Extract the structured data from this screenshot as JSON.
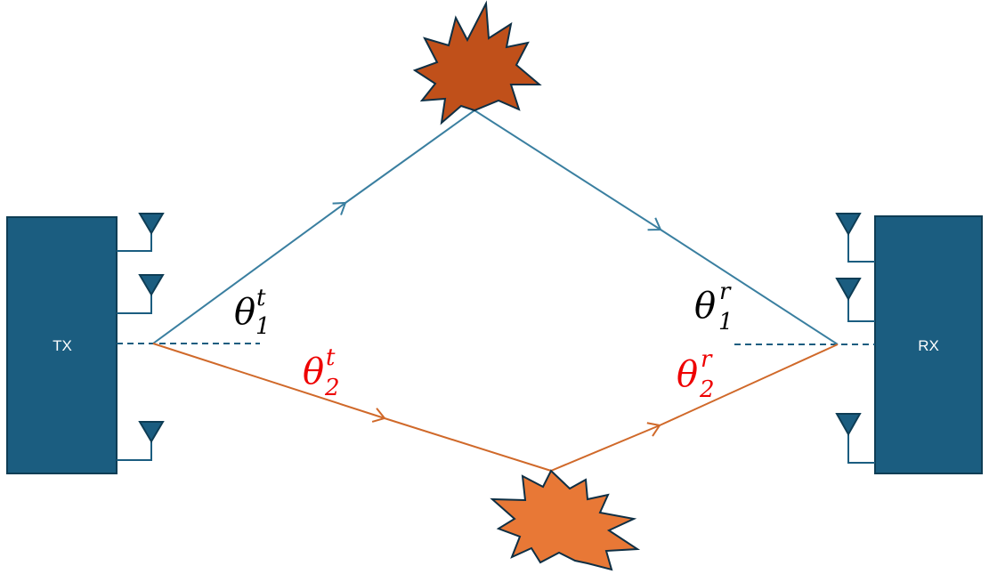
{
  "colors": {
    "box": "#1b5d80",
    "box_stroke": "#0e3d55",
    "path_1": "#3a7fa0",
    "path_2": "#d0692a",
    "scatterer_1": "#c0501a",
    "scatterer_2": "#e87836",
    "label_1": "#000000",
    "label_2": "#ee0000"
  },
  "transmitter": {
    "label": "TX",
    "antenna_count": 3
  },
  "receiver": {
    "label": "RX",
    "antenna_count": 3
  },
  "angles": {
    "tx_path_1": {
      "symbol": "θ",
      "sup": "t",
      "sub": "1"
    },
    "tx_path_2": {
      "symbol": "θ",
      "sup": "t",
      "sub": "2"
    },
    "rx_path_1": {
      "symbol": "θ",
      "sup": "r",
      "sub": "1"
    },
    "rx_path_2": {
      "symbol": "θ",
      "sup": "r",
      "sub": "2"
    }
  }
}
